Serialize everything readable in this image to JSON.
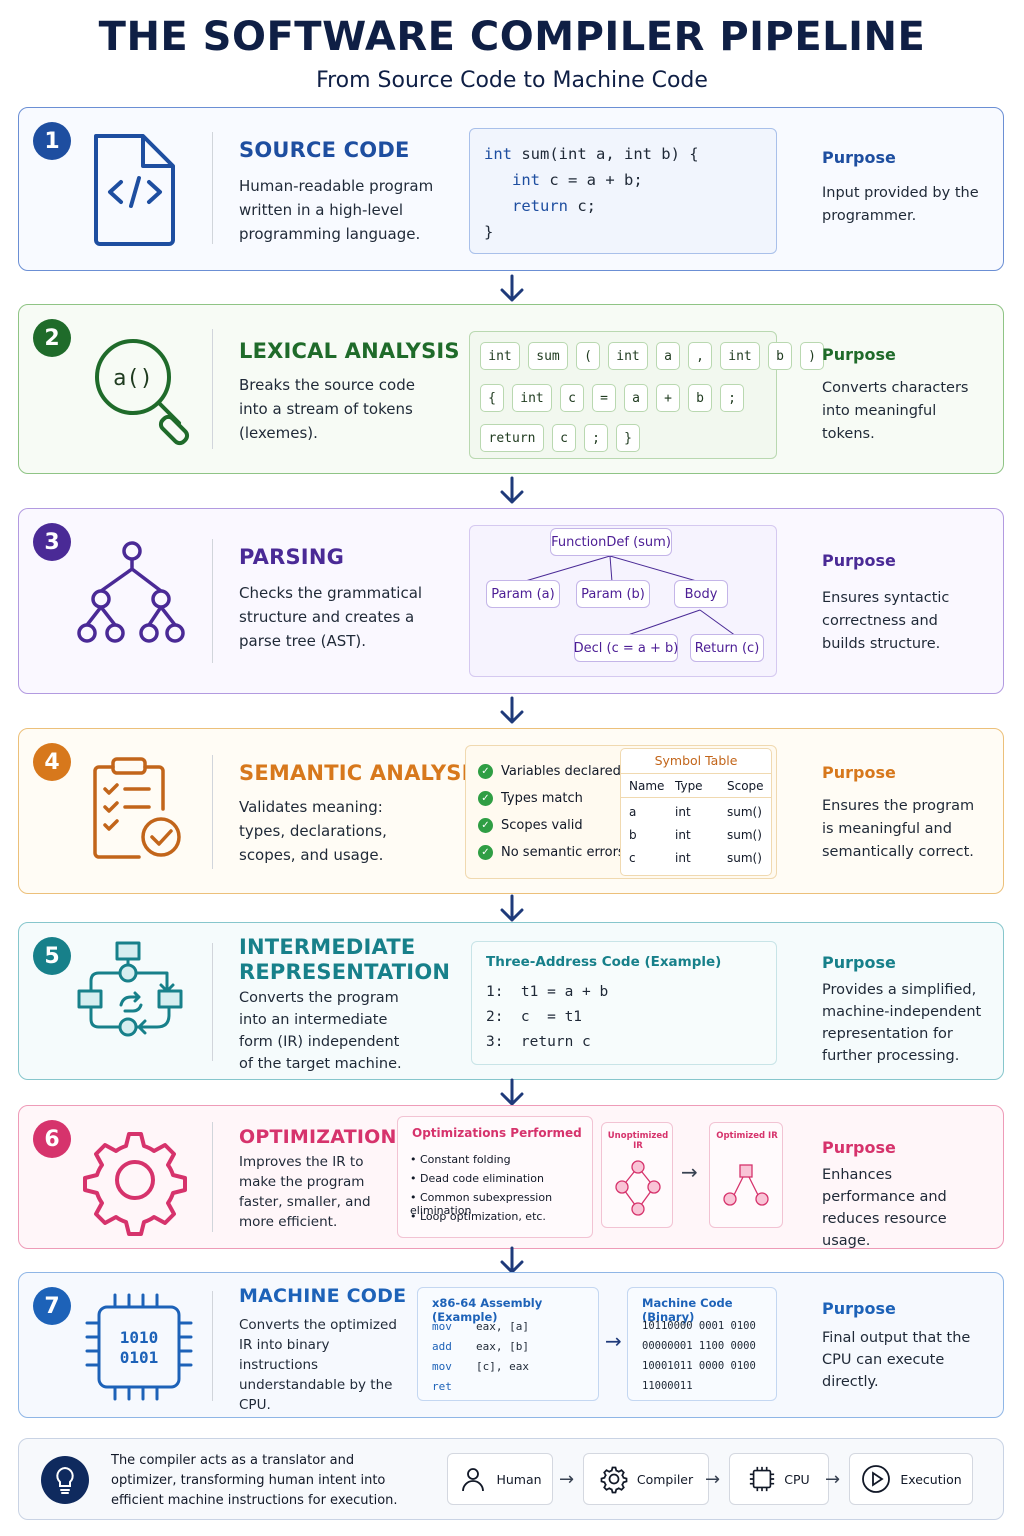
{
  "header": {
    "title": "THE SOFTWARE COMPILER PIPELINE",
    "subtitle": "From Source Code to Machine Code"
  },
  "purpose_label": "Purpose",
  "stages": [
    {
      "number": "1",
      "title": "SOURCE CODE",
      "description": "Human-readable program written in a high-level programming language.",
      "icon": "code-file-icon",
      "color": "#1e4ea0",
      "code_lines": [
        [
          "int",
          " sum(int a, int b) {"
        ],
        [
          "int",
          " c = a + b;"
        ],
        [
          "return",
          " c;"
        ],
        [
          "",
          "}"
        ]
      ],
      "purpose": "Input provided by the programmer."
    },
    {
      "number": "2",
      "title": "LEXICAL ANALYSIS",
      "description": "Breaks the source code into a stream of tokens (lexemes).",
      "icon": "magnifier-icon",
      "icon_text": "a()",
      "color": "#1f6b2a",
      "tokens": [
        [
          "int",
          "sum",
          "(",
          "int",
          "a",
          ",",
          "int",
          "b",
          ")"
        ],
        [
          "{",
          "int",
          "c",
          "=",
          "a",
          "+",
          "b",
          ";"
        ],
        [
          "return",
          "c",
          ";",
          "}"
        ]
      ],
      "purpose": "Converts characters into meaningful tokens."
    },
    {
      "number": "3",
      "title": "PARSING",
      "description": "Checks the grammatical structure and creates a parse tree (AST).",
      "icon": "tree-icon",
      "color": "#4a2a96",
      "tree": {
        "root": "FunctionDef (sum)",
        "children": [
          "Param (a)",
          "Param (b)",
          "Body"
        ],
        "body_children": [
          "Decl (c = a + b)",
          "Return (c)"
        ]
      },
      "purpose": "Ensures syntactic correctness and builds structure."
    },
    {
      "number": "4",
      "title": "SEMANTIC ANALYSIS",
      "description": "Validates meaning: types, declarations, scopes, and usage.",
      "icon": "clipboard-check-icon",
      "color": "#d7781c",
      "checks": [
        "Variables declared",
        "Types match",
        "Scopes valid",
        "No semantic errors"
      ],
      "symbol_table": {
        "title": "Symbol Table",
        "headers": [
          "Name",
          "Type",
          "Scope"
        ],
        "rows": [
          [
            "a",
            "int",
            "sum()"
          ],
          [
            "b",
            "int",
            "sum()"
          ],
          [
            "c",
            "int",
            "sum()"
          ]
        ]
      },
      "purpose": "Ensures the program is meaningful and semantically correct."
    },
    {
      "number": "5",
      "title": "INTERMEDIATE REPRESENTATION",
      "title_line1": "INTERMEDIATE",
      "title_line2": "REPRESENTATION",
      "description": "Converts the program into an intermediate form (IR) independent of the target machine.",
      "icon": "flow-graph-icon",
      "color": "#17808a",
      "example_title": "Three-Address Code (Example)",
      "tac_lines": [
        "1:  t1 = a + b",
        "2:  c  = t1",
        "3:  return c"
      ],
      "purpose": "Provides a simplified, machine-independent representation for further processing."
    },
    {
      "number": "6",
      "title": "OPTIMIZATION",
      "description": "Improves the IR to make the program faster, smaller, and more efficient.",
      "icon": "gear-icon",
      "color": "#d6336c",
      "opt_title": "Optimizations Performed",
      "optimizations": [
        "Constant folding",
        "Dead code elimination",
        "Common subexpression elimination",
        "Loop optimization, etc."
      ],
      "unopt_label": "Unoptimized IR",
      "opt_label": "Optimized IR",
      "purpose": "Enhances performance and reduces resource usage."
    },
    {
      "number": "7",
      "title": "MACHINE CODE",
      "description": "Converts the optimized IR into binary instructions understandable by the CPU.",
      "icon": "chip-icon",
      "chip_lines": [
        "1010",
        "0101"
      ],
      "color": "#1d62b8",
      "asm_title": "x86-64 Assembly (Example)",
      "asm": [
        [
          "mov",
          "eax, [a]"
        ],
        [
          "add",
          "eax, [b]"
        ],
        [
          "mov",
          "[c], eax"
        ],
        [
          "ret",
          ""
        ]
      ],
      "bin_title": "Machine Code (Binary)",
      "binary": [
        "10110000 0001 0100",
        "00000001 1100 0000",
        "10001011 0000 0100",
        "11000011"
      ],
      "purpose": "Final output that the CPU can execute directly."
    }
  ],
  "footer": {
    "text": "The compiler acts as a translator and optimizer, transforming human intent into efficient machine instructions for execution.",
    "flow": [
      "Human",
      "Compiler",
      "CPU",
      "Execution"
    ],
    "icons": [
      "person-icon",
      "gear-icon",
      "cpu-icon",
      "play-icon"
    ]
  }
}
